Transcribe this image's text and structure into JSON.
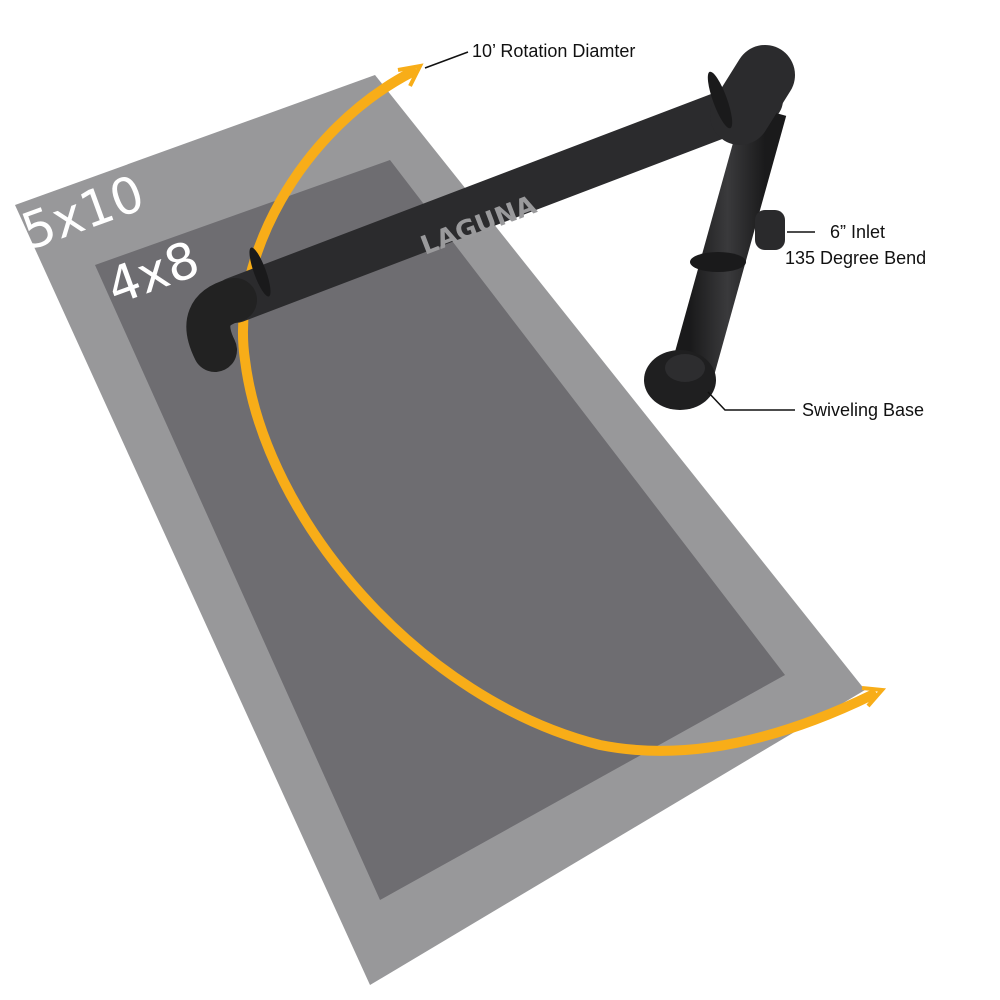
{
  "labels": {
    "rotation": "10’ Rotation Diamter",
    "inlet_line1": "6” Inlet",
    "inlet_line2": "135 Degree Bend",
    "base": "Swiveling Base",
    "outer_table": "5x10",
    "inner_table": "4x8"
  },
  "logo": "LAGUNA",
  "colors": {
    "outer_table": "#98989a",
    "inner_table": "#6e6d71",
    "arc": "#f8ad18",
    "pipe": "#2b2b2d"
  }
}
